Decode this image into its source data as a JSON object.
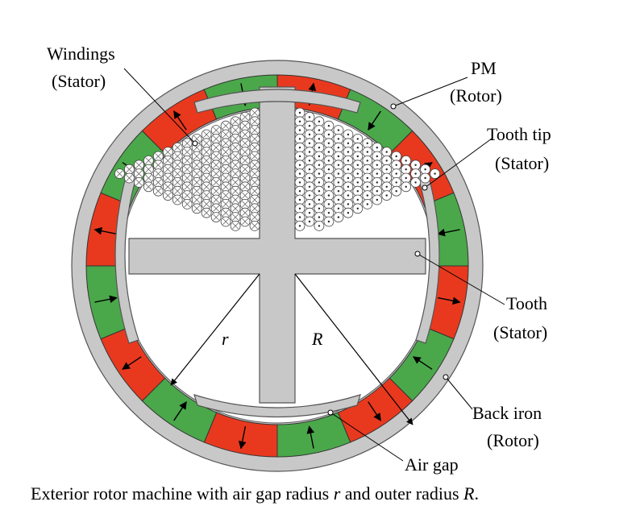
{
  "labels": {
    "windings_line1": "Windings",
    "windings_line2": "(Stator)",
    "pm_line1": "PM",
    "pm_line2": "(Rotor)",
    "tooth_tip_line1": "Tooth tip",
    "tooth_tip_line2": "(Stator)",
    "tooth_line1": "Tooth",
    "tooth_line2": "(Stator)",
    "back_iron_line1": "Back iron",
    "back_iron_line2": "(Rotor)",
    "air_gap": "Air gap",
    "r_symbol": "r",
    "R_symbol": "R"
  },
  "caption": {
    "before_r": "Exterior rotor machine with air gap radius ",
    "r": "r",
    "middle": " and outer radius ",
    "R": "R",
    "end": "."
  },
  "colors": {
    "back_iron": "#c8c8c8",
    "magnet_red": "#e8391e",
    "magnet_green": "#4aa84a",
    "stator": "#c8c8c8",
    "outline": "#333333"
  },
  "magnets": [
    {
      "color": "red",
      "direction": "out"
    },
    {
      "color": "green",
      "direction": "in"
    },
    {
      "color": "red",
      "direction": "out"
    },
    {
      "color": "green",
      "direction": "in"
    },
    {
      "color": "red",
      "direction": "out"
    },
    {
      "color": "green",
      "direction": "in"
    },
    {
      "color": "red",
      "direction": "out"
    },
    {
      "color": "green",
      "direction": "in"
    },
    {
      "color": "red",
      "direction": "out"
    },
    {
      "color": "green",
      "direction": "in"
    },
    {
      "color": "red",
      "direction": "out"
    },
    {
      "color": "green",
      "direction": "in"
    },
    {
      "color": "red",
      "direction": "out"
    },
    {
      "color": "green",
      "direction": "in"
    },
    {
      "color": "red",
      "direction": "out"
    },
    {
      "color": "green",
      "direction": "in"
    }
  ]
}
